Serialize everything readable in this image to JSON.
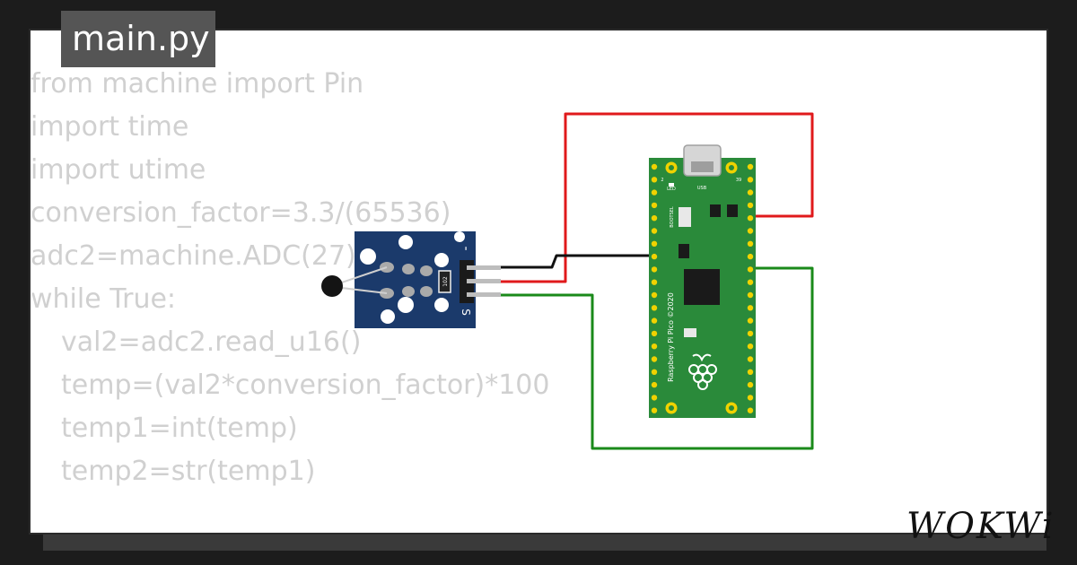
{
  "window": {
    "file_tab": "main.py"
  },
  "code": {
    "lines": [
      {
        "text": "from machine import Pin",
        "indent": false
      },
      {
        "text": "import time",
        "indent": false
      },
      {
        "text": "import utime",
        "indent": false
      },
      {
        "text": "conversion_factor=3.3/(65536)",
        "indent": false
      },
      {
        "text": "adc2=machine.ADC(27)",
        "indent": false
      },
      {
        "text": "while True:",
        "indent": false
      },
      {
        "text": "val2=adc2.read_u16()",
        "indent": true
      },
      {
        "text": "temp=(val2*conversion_factor)*100",
        "indent": true
      },
      {
        "text": "temp1=int(temp)",
        "indent": true
      },
      {
        "text": "temp2=str(temp1)",
        "indent": true
      }
    ]
  },
  "sensor_module": {
    "pin_labels": [
      "-",
      "S"
    ],
    "resistor_code": "102"
  },
  "pico_board": {
    "labels": {
      "led": "LED",
      "usb": "USB",
      "bootsel": "BOOTSEL",
      "pin2": "2",
      "pin39": "39",
      "name": "Raspberry Pi Pico ©2020"
    }
  },
  "brand": {
    "logo": "WOKWi"
  },
  "colors": {
    "background": "#1c1c1c",
    "card": "#ffffff",
    "tab": "#555555",
    "code_text": "#d0d0d0",
    "board_green": "#2a8a3a",
    "module_blue": "#1b3a6b",
    "wire_red": "#e0191b",
    "wire_green": "#1a8a1a",
    "wire_black": "#111111"
  }
}
